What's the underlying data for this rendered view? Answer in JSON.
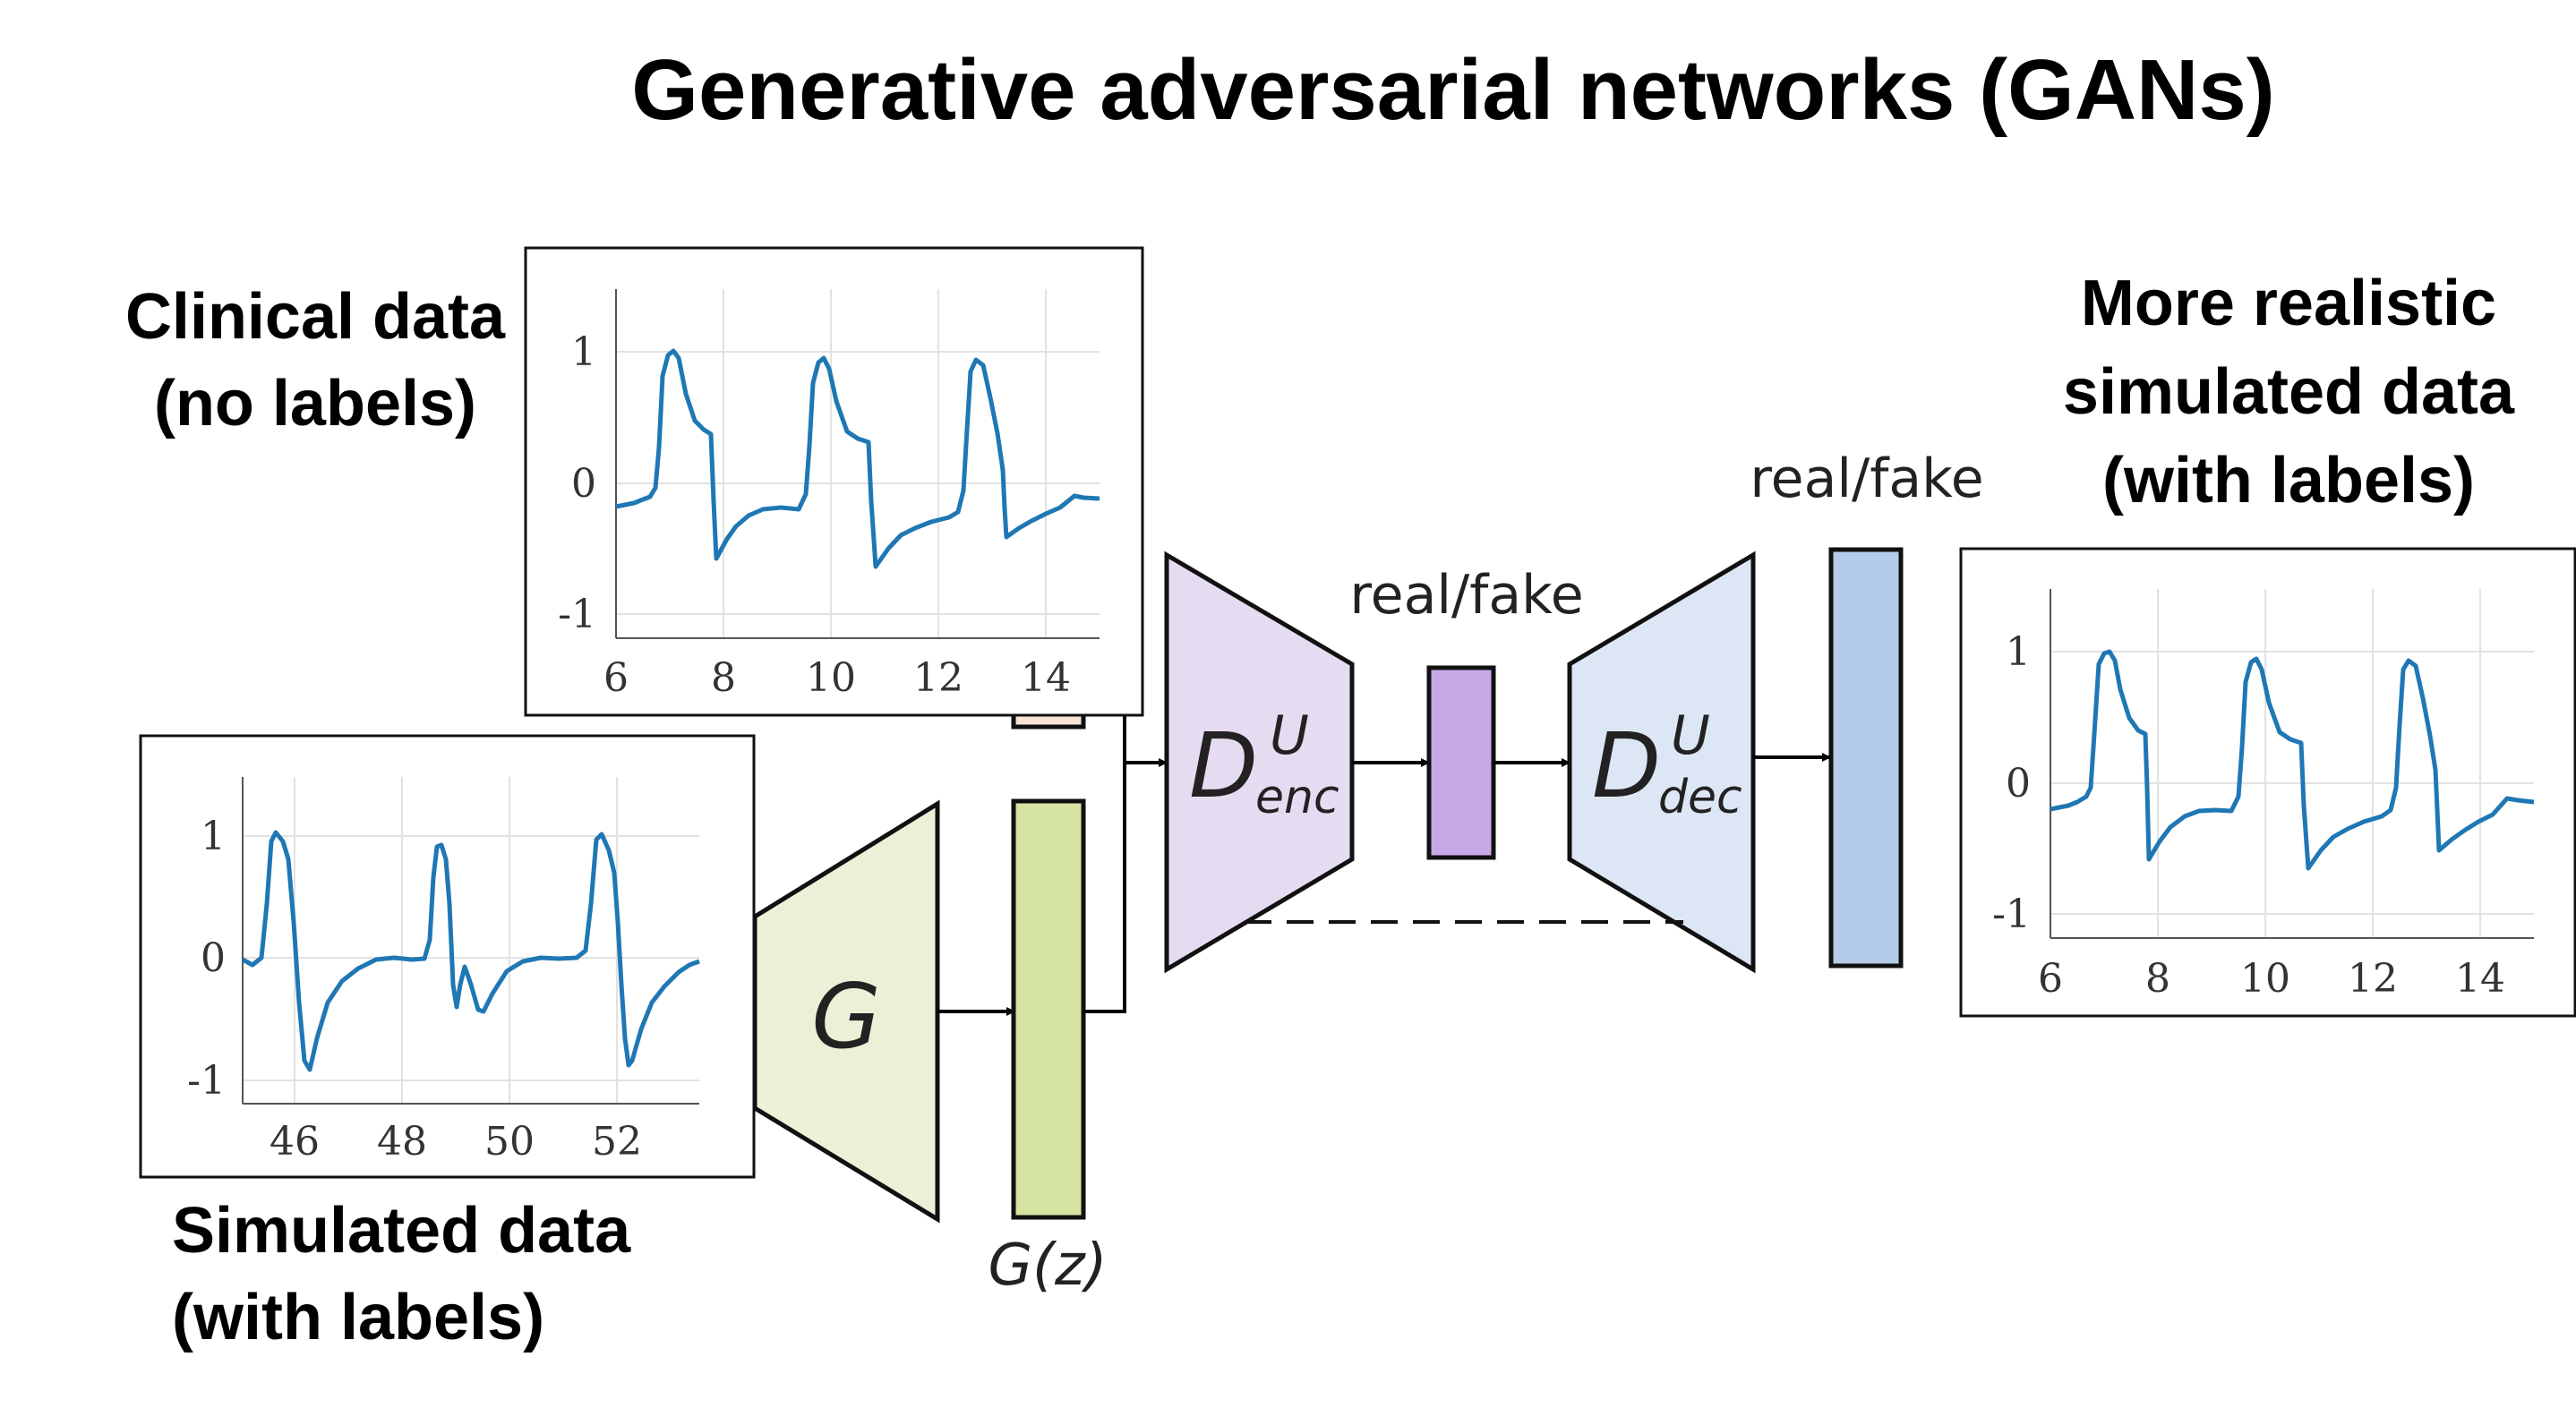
{
  "title": "Generative adversarial networks (GANs)",
  "labels": {
    "clinical": [
      "Clinical data",
      "(no labels)"
    ],
    "simulated": [
      "Simulated data",
      "(with labels)"
    ],
    "realistic": [
      "More realistic",
      "simulated data",
      "(with labels)"
    ],
    "real_fake_left": "real/fake",
    "real_fake_right": "real/fake",
    "generator": "G",
    "generator_output": "G(z)",
    "encoder": {
      "main": "D",
      "sup": "U",
      "sub": "enc"
    },
    "decoder": {
      "main": "D",
      "sup": "U",
      "sub": "dec"
    }
  },
  "colors": {
    "signal": "#1f77b4",
    "generator_fill": "#ecf0d7",
    "gz_fill": "#d6e4a1",
    "encoder_fill": "#e6dcf2",
    "enc_output_fill": "#c8a8e6",
    "decoder_fill": "#dde6f4",
    "dec_output_fill": "#b5cbea",
    "clinical_stub_fill": "#f6e3d6"
  },
  "plots": [
    {
      "id": "clinical",
      "x_ticks": [
        "6",
        "8",
        "10",
        "12",
        "14"
      ],
      "y_ticks": [
        "1",
        "0",
        "-1"
      ]
    },
    {
      "id": "simulated",
      "x_ticks": [
        "46",
        "48",
        "50",
        "52"
      ],
      "y_ticks": [
        "1",
        "0",
        "-1"
      ]
    },
    {
      "id": "realistic",
      "x_ticks": [
        "6",
        "8",
        "10",
        "12",
        "14"
      ],
      "y_ticks": [
        "1",
        "0",
        "-1"
      ]
    }
  ]
}
